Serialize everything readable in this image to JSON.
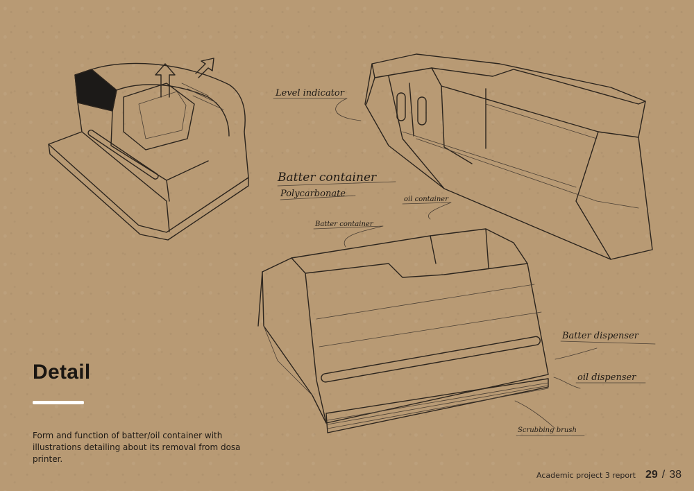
{
  "page": {
    "title": "Detail",
    "description": "Form and function of batter/oil container with illustrations detailing about its removal from dosa printer.",
    "footer": {
      "report": "Academic project 3 report",
      "current_page": "29",
      "separator": "/",
      "total_pages": "38"
    }
  },
  "annotations": {
    "level_indicator": "Level indicator",
    "batter_container_main": "Batter container",
    "material": "Polycarbonate",
    "oil_container": "oil container",
    "batter_container_small": "Batter container",
    "batter_dispenser": "Batter dispenser",
    "oil_dispenser": "oil dispenser",
    "scrubbing_brush": "Scrubbing brush"
  },
  "colors": {
    "paper": "#b89a74",
    "ink": "#2b241d",
    "accent_rule": "#ffffff"
  }
}
